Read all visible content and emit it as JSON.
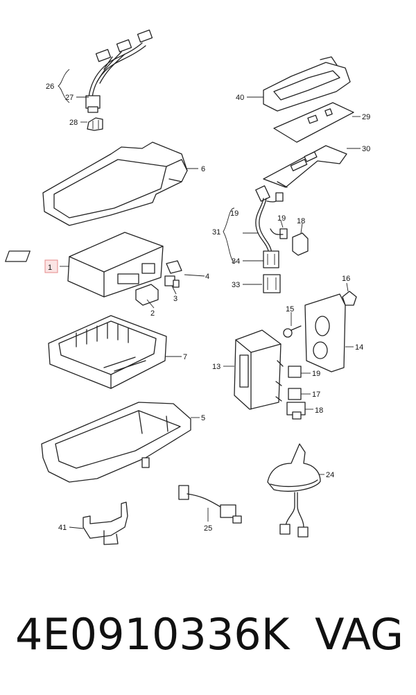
{
  "diagram": {
    "callouts": {
      "c1": "1",
      "c2": "2",
      "c3": "3",
      "c4": "4",
      "c5": "5",
      "c6": "6",
      "c7": "7",
      "c13": "13",
      "c14": "14",
      "c15": "15",
      "c16": "16",
      "c17": "17",
      "c18a": "18",
      "c18b": "18",
      "c19a": "19",
      "c19b": "19",
      "c19c": "19",
      "c24": "24",
      "c25": "25",
      "c26": "26",
      "c27": "27",
      "c28": "28",
      "c29": "29",
      "c30": "30",
      "c31": "31",
      "c33": "33",
      "c34": "34",
      "c40": "40",
      "c41": "41"
    },
    "highlight_color": "#e58a8a"
  },
  "footer": {
    "part_number": "4E0910336K",
    "brand": "VAG"
  }
}
